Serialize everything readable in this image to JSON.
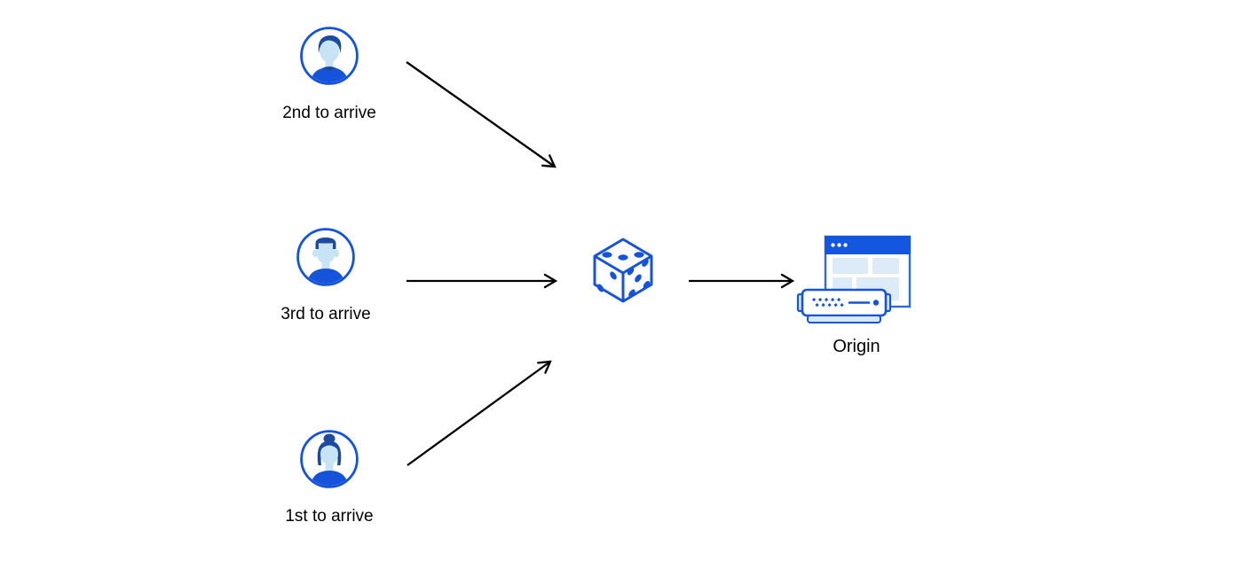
{
  "colors": {
    "primary_blue": "#1553da",
    "titlebar_blue": "#1357e0",
    "window_border_blue": "#2f6ada",
    "hair_navy": "#1c4b9e",
    "skin_blue": "#c7e4f4",
    "panel_blue": "#dcebf7",
    "server_base_blue": "#d5e9f8",
    "arrow_black": "#000000",
    "text_black": "#000000",
    "background": "#ffffff"
  },
  "nodes": {
    "client_top": {
      "label": "2nd to arrive",
      "icon": "user-avatar-icon"
    },
    "client_middle": {
      "label": "3rd to arrive",
      "icon": "user-avatar-icon"
    },
    "client_bottom": {
      "label": "1st to arrive",
      "icon": "user-avatar-icon"
    },
    "dice": {
      "icon": "dice-icon"
    },
    "origin": {
      "label": "Origin",
      "icon": "origin-server-icon"
    }
  },
  "edges": [
    {
      "from": "client_top",
      "to": "dice"
    },
    {
      "from": "client_middle",
      "to": "dice"
    },
    {
      "from": "client_bottom",
      "to": "dice"
    },
    {
      "from": "dice",
      "to": "origin"
    }
  ]
}
